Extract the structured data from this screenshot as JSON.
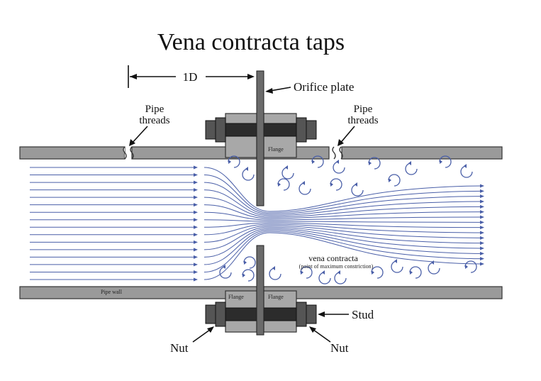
{
  "title": "Vena contracta taps",
  "labels": {
    "dimension": "1D",
    "orifice_plate": "Orifice plate",
    "pipe_threads_left": [
      "Pipe",
      "threads"
    ],
    "pipe_threads_right": [
      "Pipe",
      "threads"
    ],
    "flange_top": "Flange",
    "flange_bottom_left": "Flange",
    "flange_bottom_right": "Flange",
    "pipe_wall": "Pipe wall",
    "vena_contracta": "vena contracta",
    "vena_contracta_note": "(point of maximum constriction)",
    "stud": "Stud",
    "nut_left": "Nut",
    "nut_right": "Nut"
  },
  "colors": {
    "flow": "#4a5fa8",
    "metal": "#9a9a9a",
    "ink": "#111111"
  }
}
